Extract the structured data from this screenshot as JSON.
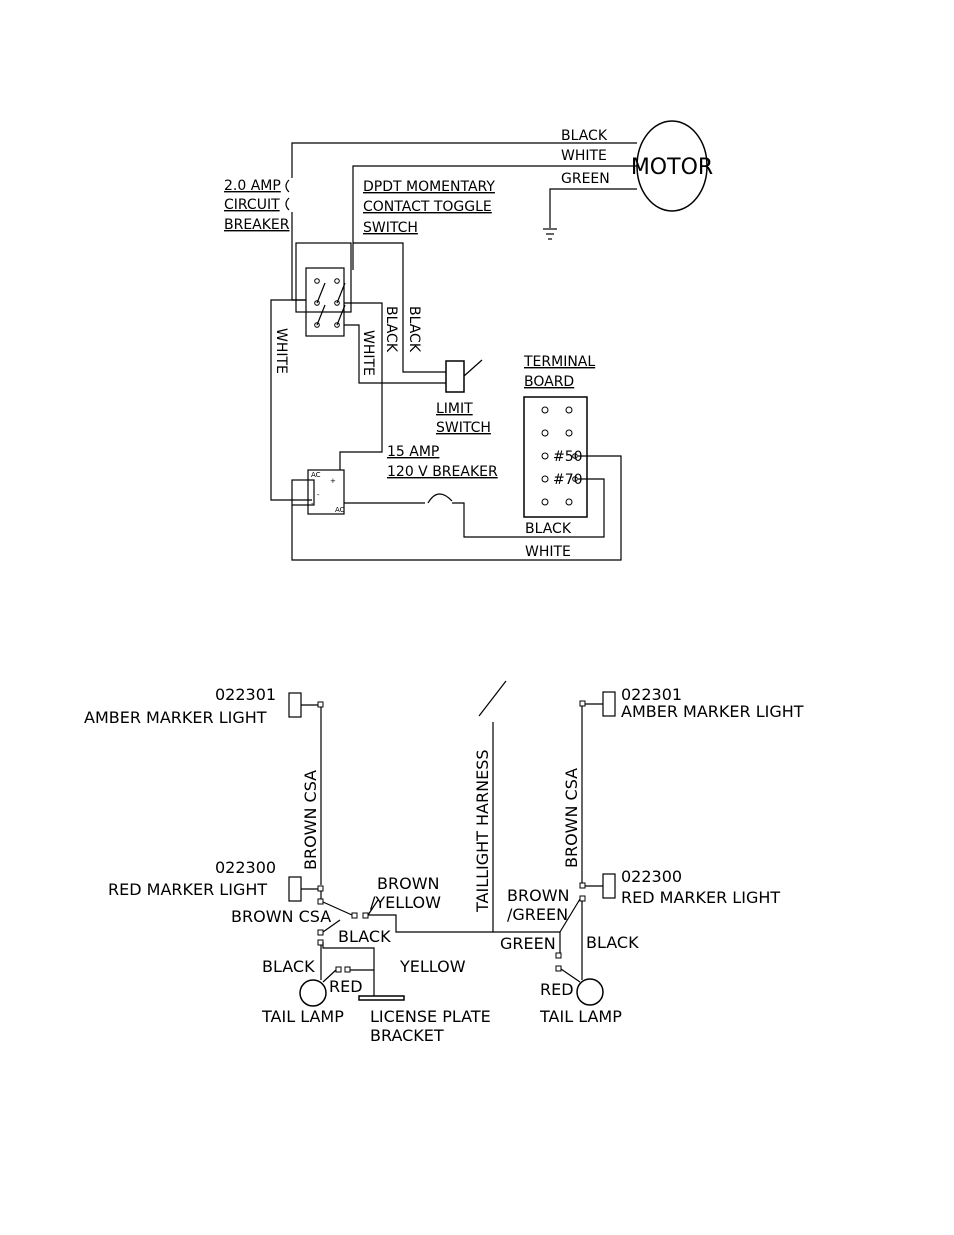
{
  "motor_diagram": {
    "motor_label": "MOTOR",
    "wire_black": "BLACK",
    "wire_white": "WHITE",
    "wire_green": "GREEN",
    "breaker_2a": [
      "2.0 AMP",
      "CIRCUIT",
      "BREAKER"
    ],
    "toggle_switch": [
      "DPDT MOMENTARY",
      "CONTACT TOGGLE",
      "SWITCH"
    ],
    "vert_white": "WHITE",
    "vert_black": "BLACK",
    "limit_switch": [
      "LIMIT",
      "SWITCH"
    ],
    "terminal_board": [
      "TERMINAL",
      "BOARD"
    ],
    "terminal_50": "#50",
    "terminal_70": "#70",
    "breaker_15a": [
      "15 AMP",
      "120 V BREAKER"
    ],
    "bottom_black": "BLACK",
    "bottom_white": "WHITE"
  },
  "lights_diagram": {
    "left_amber_part": "022301",
    "left_amber_label": "AMBER MARKER LIGHT",
    "left_red_part": "022300",
    "left_red_label": "RED MARKER LIGHT",
    "left_brown_csa_vert": "BROWN CSA",
    "left_brown_csa": "BROWN CSA",
    "brown_yellow": [
      "BROWN",
      "/YELLOW"
    ],
    "left_black_1": "BLACK",
    "left_black_2": "BLACK",
    "yellow": "YELLOW",
    "left_red": "RED",
    "left_tail_lamp": "TAIL LAMP",
    "license_plate": [
      "LICENSE PLATE",
      "BRACKET"
    ],
    "taillight_harness": "TAILLIGHT HARNESS",
    "right_amber_part": "022301",
    "right_amber_label": "AMBER MARKER LIGHT",
    "right_brown_csa_vert": "BROWN CSA",
    "right_red_part": "022300",
    "right_red_label": "RED MARKER LIGHT",
    "brown_green": [
      "BROWN",
      "/GREEN"
    ],
    "right_green": "GREEN",
    "right_black": "BLACK",
    "right_red": "RED",
    "right_tail_lamp": "TAIL LAMP"
  }
}
